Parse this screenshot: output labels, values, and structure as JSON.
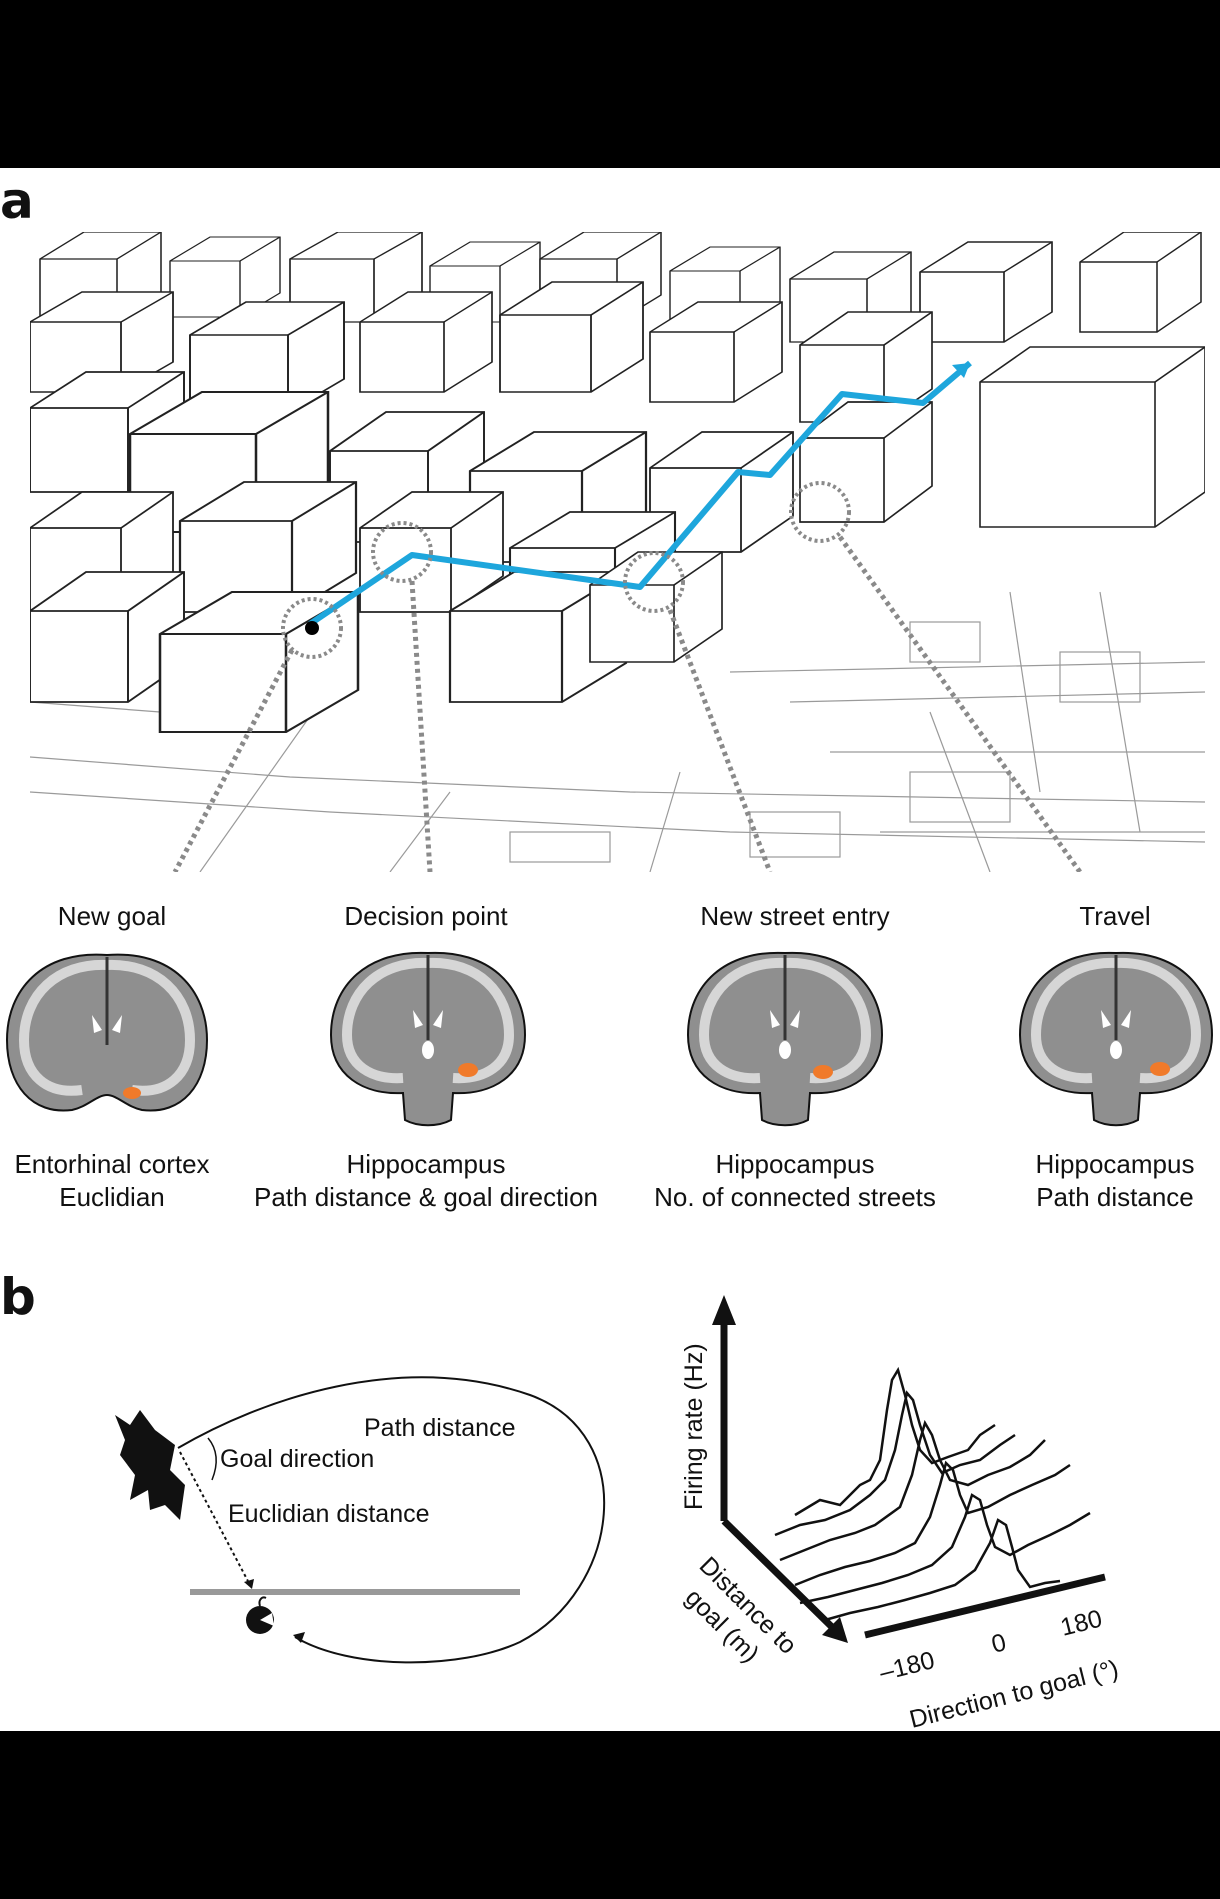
{
  "panel_a": {
    "letter": "a",
    "stages": [
      {
        "title": "New goal",
        "region": "Entorhinal cortex",
        "measure": "Euclidian"
      },
      {
        "title": "Decision point",
        "region": "Hippocampus",
        "measure": "Path distance & goal direction"
      },
      {
        "title": "New street entry",
        "region": "Hippocampus",
        "measure": "No. of connected streets"
      },
      {
        "title": "Travel",
        "region": "Hippocampus",
        "measure": "Path distance"
      }
    ],
    "route_color": "#1ea6dc",
    "activation_color": "#f07a2a"
  },
  "panel_b": {
    "letter": "b",
    "path_distance": "Path distance",
    "goal_direction": "Goal direction",
    "euclidian_distance": "Euclidian distance",
    "y_axis": "Firing rate (Hz)",
    "depth_axis_line1": "Distance to",
    "depth_axis_line2": "goal (m)",
    "x_axis": "Direction to goal (°)",
    "x_ticks": [
      "–180",
      "0",
      "180"
    ]
  }
}
